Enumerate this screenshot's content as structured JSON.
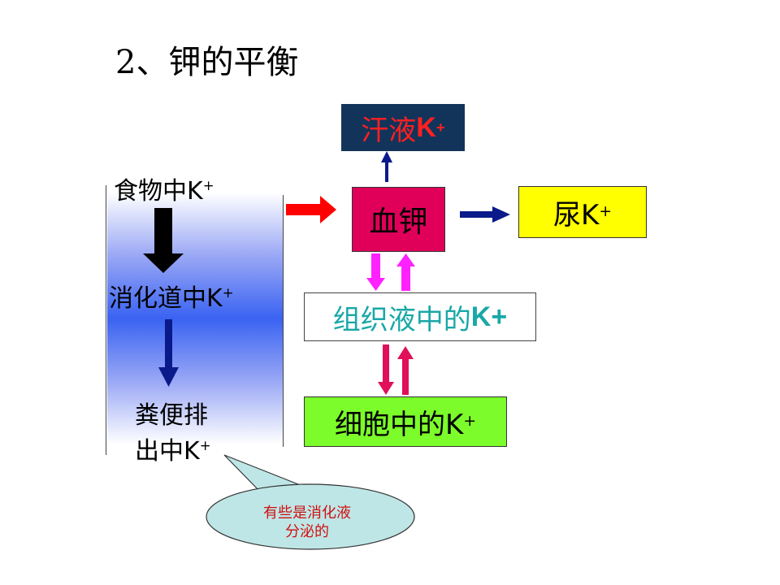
{
  "title": "2、钾的平衡",
  "left_column": {
    "food": "食物中K",
    "food_sup": "+",
    "digestive": "消化道中K",
    "digestive_sup": "+",
    "feces_line1": "粪便排",
    "feces_line2": "出中K",
    "feces_sup": "+"
  },
  "boxes": {
    "sweat": "汗液",
    "sweat_k": "K",
    "sweat_sup": "+",
    "blood": "血钾",
    "urine": "尿K",
    "urine_sup": "+",
    "tissue": "组织液中的",
    "tissue_k": "K+",
    "cell": "细胞中的K",
    "cell_sup": "+"
  },
  "callout": {
    "line1": "有些是消化液",
    "line2": "分泌的"
  },
  "colors": {
    "sweat_bg": "#12345a",
    "sweat_text": "#ff2020",
    "blood_bg": "#e0005a",
    "urine_bg": "#ffff00",
    "tissue_text": "#1aa7a7",
    "cell_bg": "#7cfc2a",
    "callout_bg": "#bfe6e6",
    "arrow_red": "#ff0000",
    "arrow_navy": "#0a1a8a",
    "arrow_magenta": "#ff22ff",
    "arrow_crimson": "#e0105a"
  }
}
